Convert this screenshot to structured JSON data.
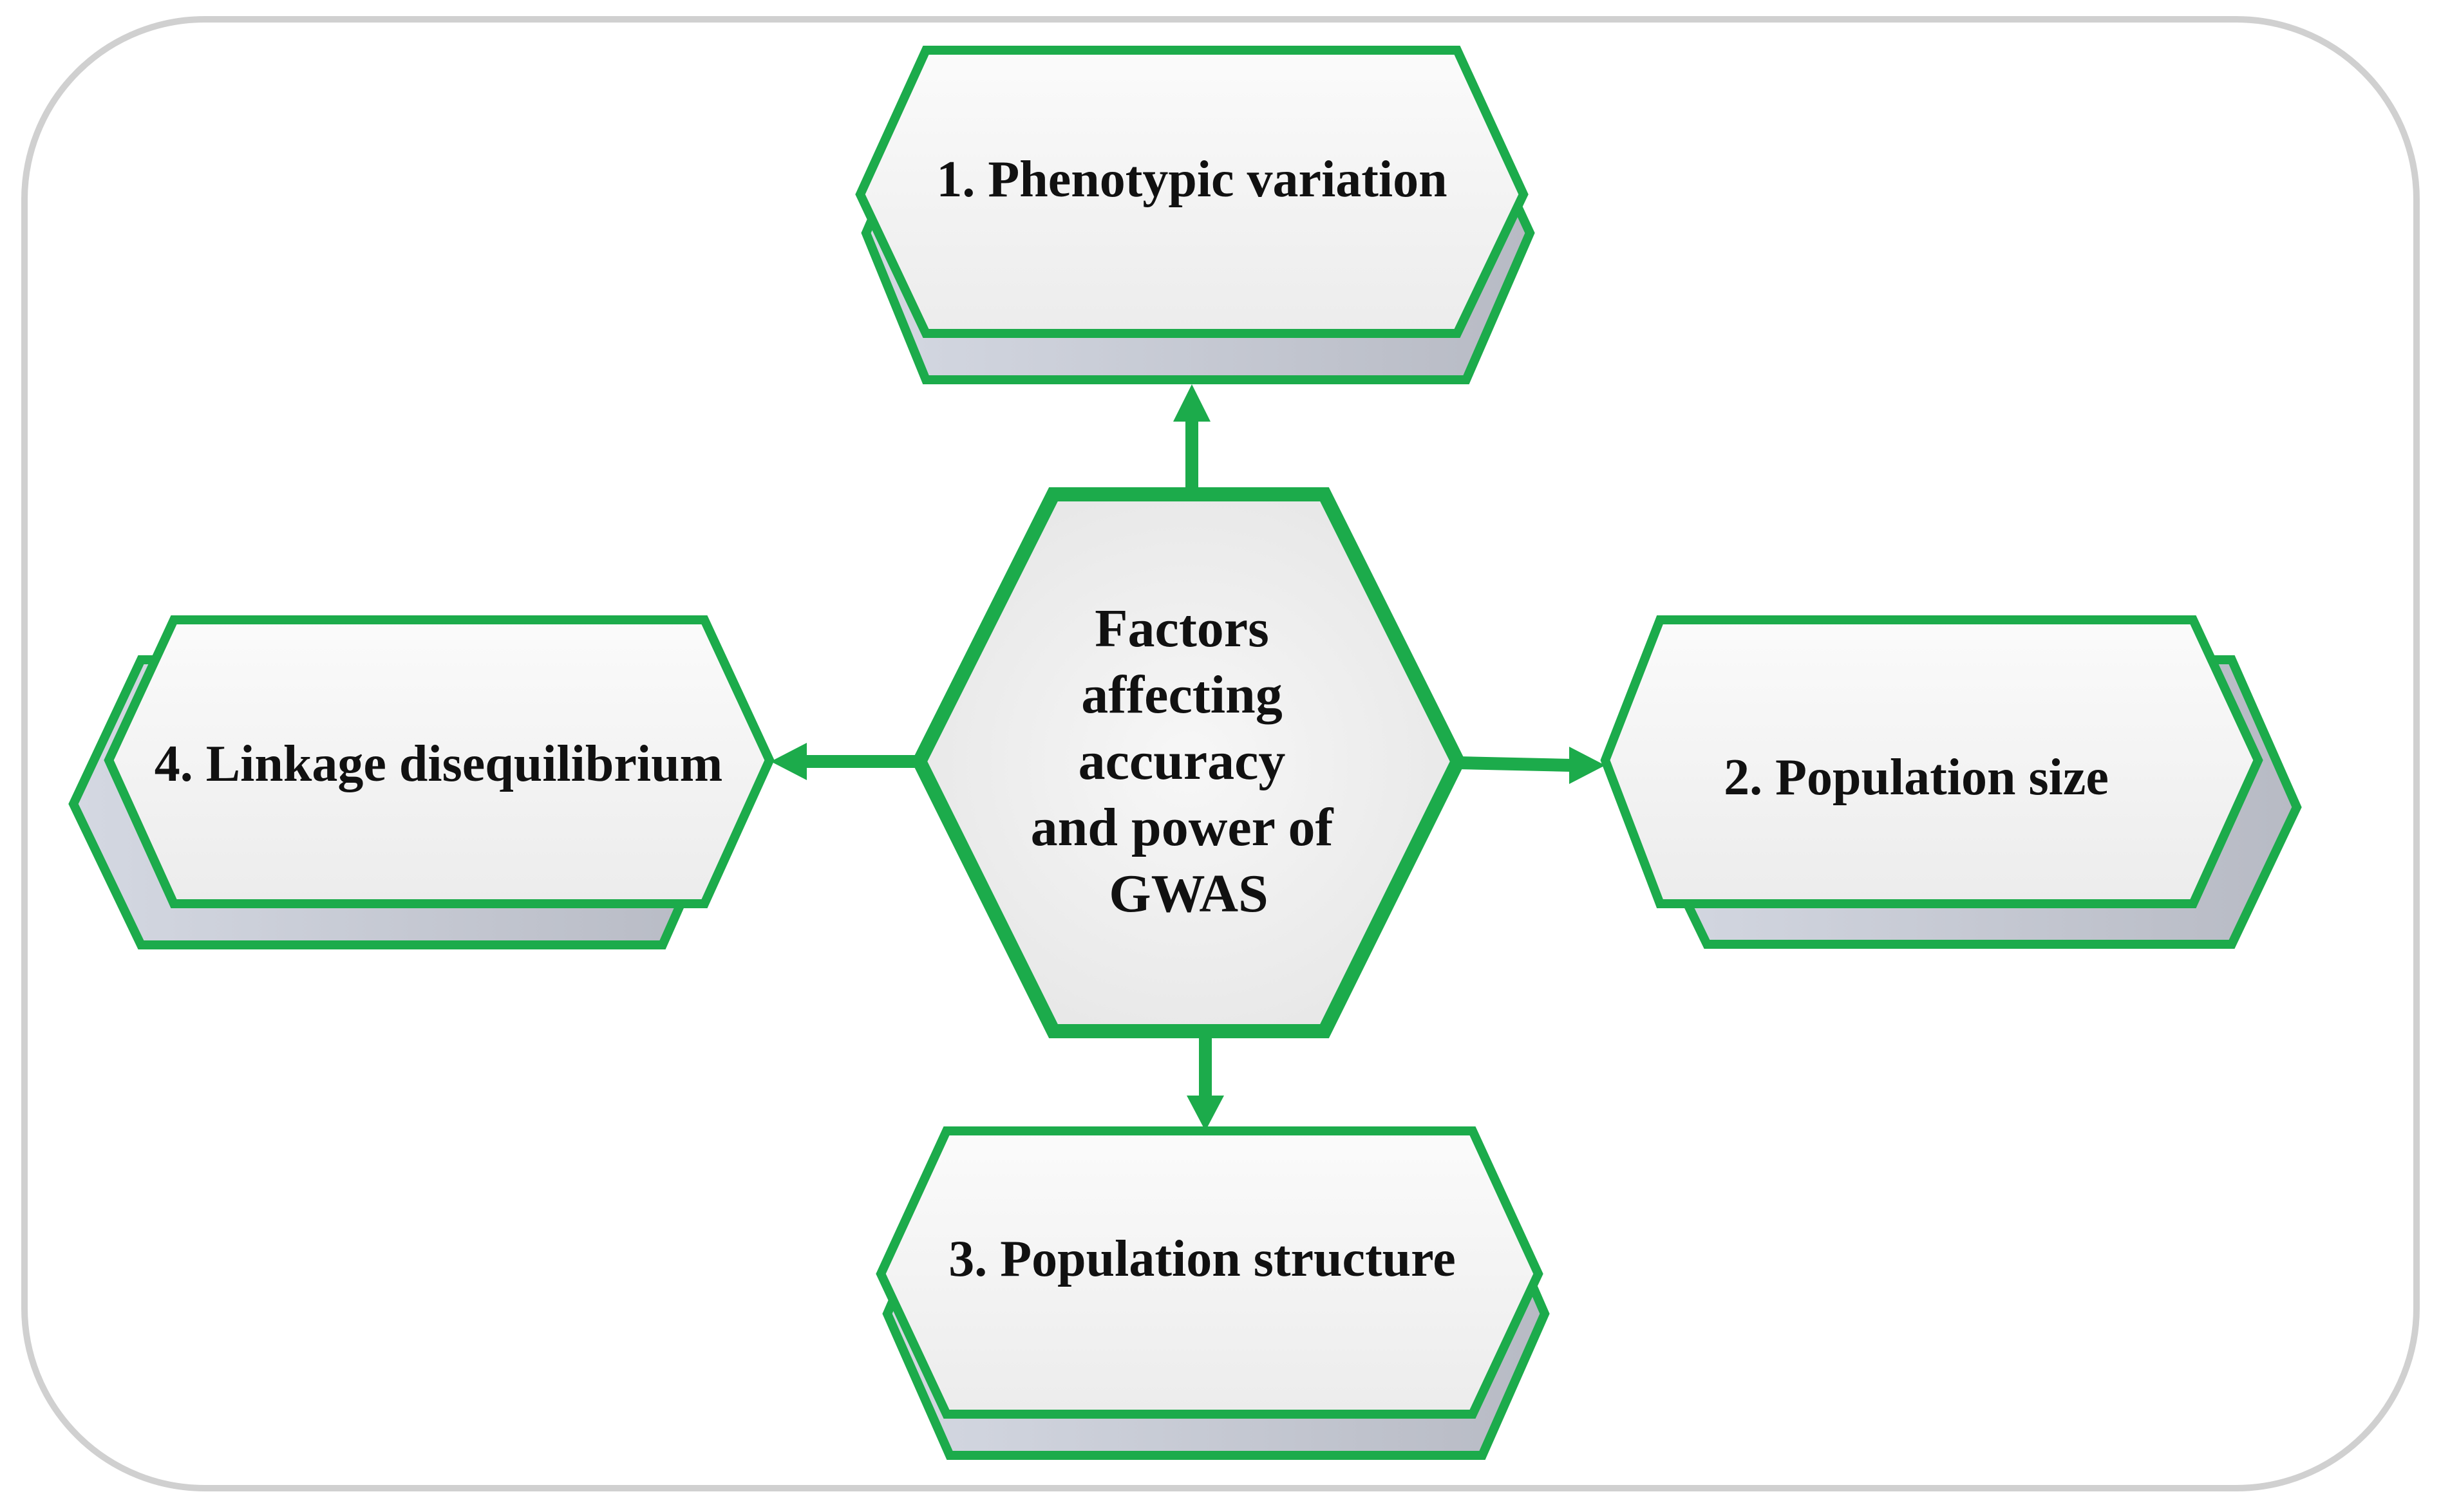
{
  "center": {
    "lines": [
      "Factors",
      "affecting",
      "accuracy",
      "and power of",
      "GWAS"
    ]
  },
  "factors": [
    {
      "id": "phenotypic-variation",
      "label": "1. Phenotypic variation"
    },
    {
      "id": "population-size",
      "label": "2. Population size"
    },
    {
      "id": "population-structure",
      "label": "3. Population structure"
    },
    {
      "id": "linkage-disequilibrium",
      "label": "4. Linkage disequilibrium"
    }
  ],
  "colors": {
    "stroke": "#1cab4b",
    "fill": "#f3f3f3",
    "shadow": "#c9ccd6",
    "frame": "#d0d0d0"
  }
}
